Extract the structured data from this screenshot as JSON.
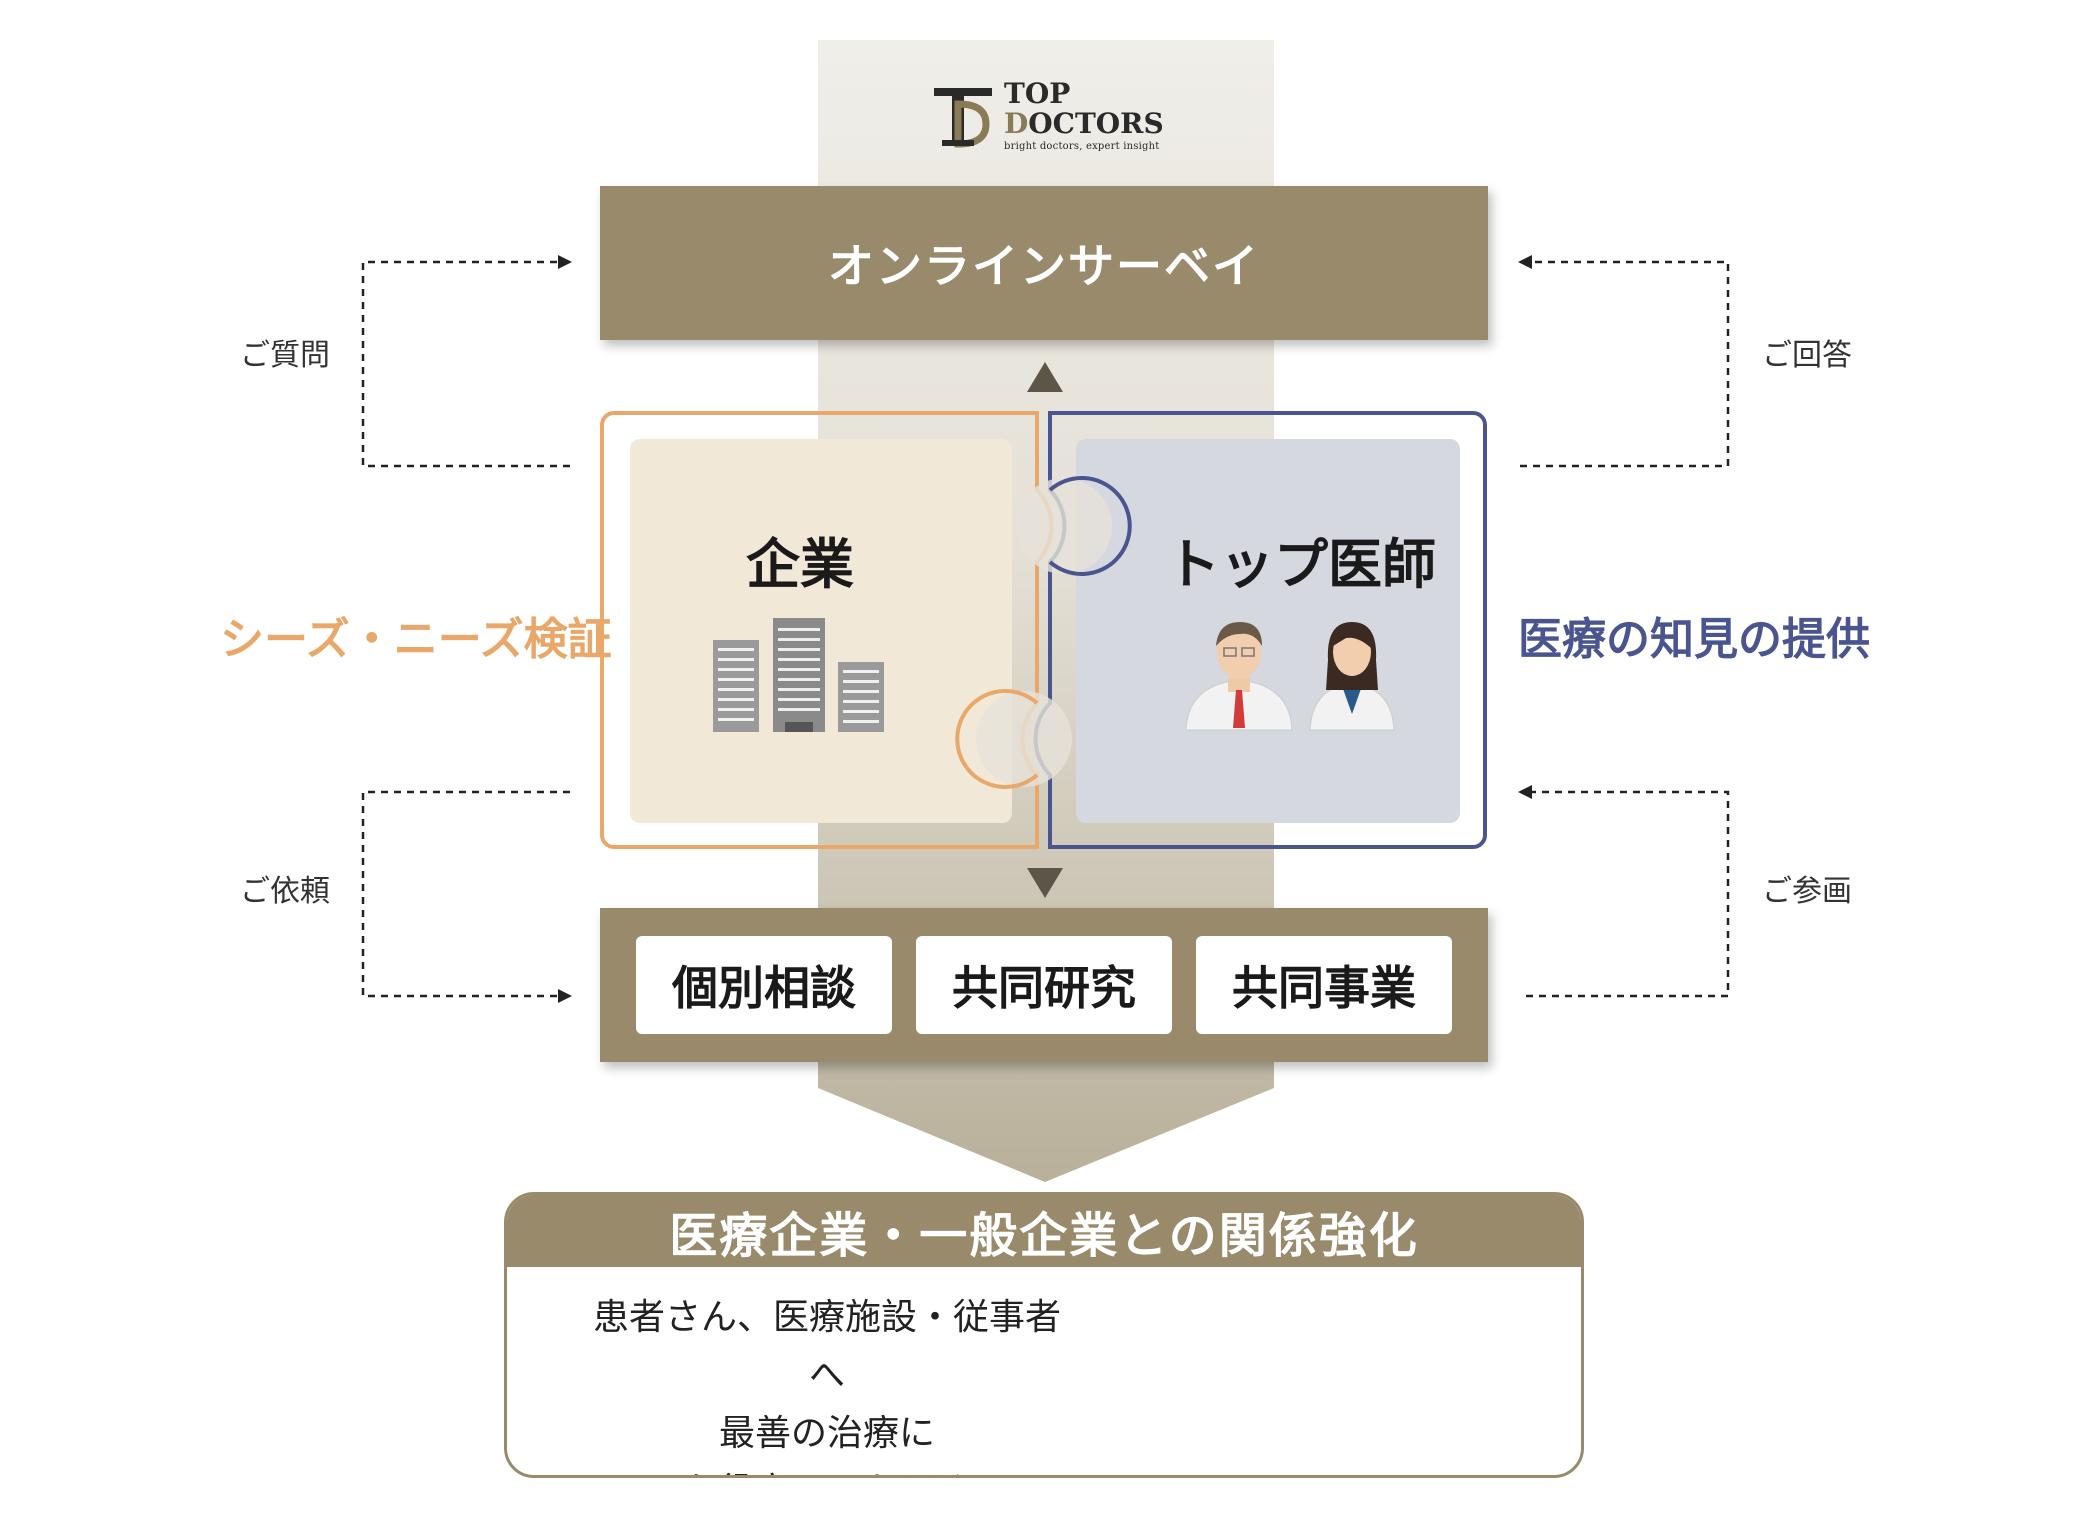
{
  "logo": {
    "line1": "TOP",
    "line2_accent": "D",
    "line2_rest": "OCTORS",
    "tagline": "bright doctors, expert insight",
    "icon": "top-doctors-logo-icon"
  },
  "survey": {
    "title": "オンラインサーベイ"
  },
  "labels": {
    "question": "ご質問",
    "answer": "ご回答",
    "request": "ご依頼",
    "participate": "ご参画",
    "left_theme": "シーズ・ニーズ検証",
    "right_theme": "医療の知見の提供"
  },
  "panels": {
    "company": {
      "title": "企業",
      "icon": "buildings-icon"
    },
    "doctors": {
      "title": "トップ医師",
      "icon": "doctors-icon"
    }
  },
  "actions": [
    "個別相談",
    "共同研究",
    "共同事業"
  ],
  "result": {
    "title": "医療企業・一般企業との関係強化",
    "lines": [
      "患者さん、医療施設・従事者へ",
      "最善の治療に",
      "お役立ていただく"
    ],
    "icon": "handshake-people-icon"
  },
  "colors": {
    "brand": "#988a6b",
    "company": "#e9a86a",
    "doctors": "#4a5590",
    "column": "#efede8"
  }
}
